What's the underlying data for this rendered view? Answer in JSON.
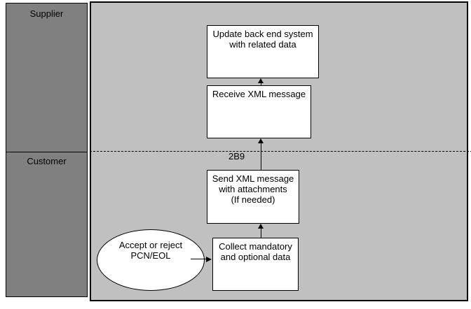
{
  "lanes": {
    "supplier": "Supplier",
    "customer": "Customer"
  },
  "boundary_label": "2B9",
  "nodes": {
    "update": "Update back end system\nwith related data",
    "receive": "Receive XML message",
    "send": "Send XML message\nwith attachments\n(If needed)",
    "collect": "Collect mandatory\nand optional data",
    "start": "Accept or reject\nPCN/EOL"
  },
  "flows": [
    {
      "from": "start",
      "to": "collect",
      "direction": "right"
    },
    {
      "from": "collect",
      "to": "send",
      "direction": "up"
    },
    {
      "from": "send",
      "to": "receive",
      "direction": "up",
      "label": "2B9"
    },
    {
      "from": "receive",
      "to": "update",
      "direction": "up"
    }
  ],
  "colors": {
    "lane_header_bg": "#808080",
    "canvas_bg": "#c0c0c0",
    "node_bg": "#ffffff",
    "line": "#000000"
  }
}
